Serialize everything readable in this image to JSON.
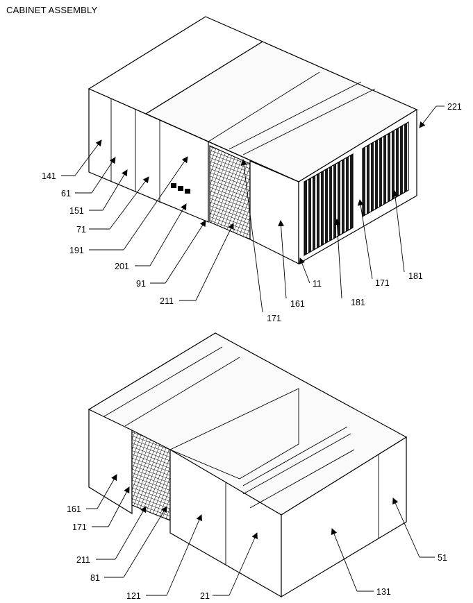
{
  "title": "CABINET ASSEMBLY",
  "top_view": {
    "callouts": [
      "221",
      "141",
      "61",
      "151",
      "71",
      "191",
      "201",
      "91",
      "211",
      "171",
      "161",
      "11",
      "181",
      "171",
      "181"
    ]
  },
  "bottom_view": {
    "callouts": [
      "161",
      "171",
      "211",
      "81",
      "121",
      "21",
      "131",
      "51"
    ]
  },
  "colors": {
    "line": "#000000",
    "background": "#ffffff",
    "grille": "#1a1a1a"
  }
}
